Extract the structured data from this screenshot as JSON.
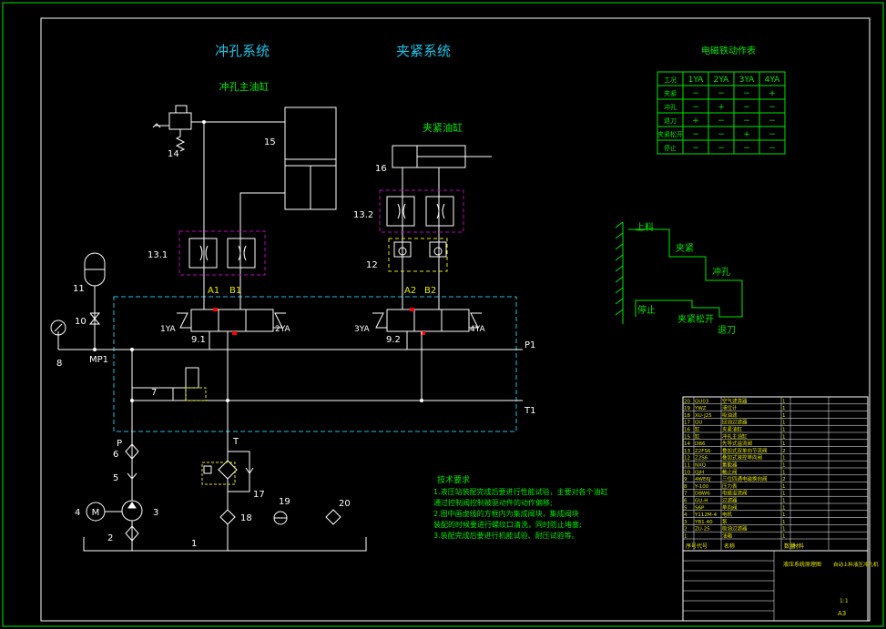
{
  "titles": {
    "punch_system": "冲孔系统",
    "clamp_system": "夹紧系统",
    "punch_cylinder": "冲孔主油缸",
    "clamp_cylinder": "夹紧油缸"
  },
  "component_labels": {
    "c1": "1",
    "c2": "2",
    "c3": "3",
    "c4": "4",
    "c5": "5",
    "c6": "6",
    "c7": "7",
    "c8": "8",
    "c10": "10",
    "c11": "11",
    "c12": "12",
    "c13_1": "13.1",
    "c13_2": "13.2",
    "c14": "14",
    "c15": "15",
    "c16": "16",
    "c17": "17",
    "c18": "18",
    "c19": "19",
    "c20": "20",
    "v9_1": "9.1",
    "v9_2": "9.2",
    "motor": "M",
    "mp1": "MP1",
    "p": "P",
    "t": "T",
    "p1": "P1",
    "t1": "T1",
    "a1": "A1",
    "b1": "B1",
    "a2": "A2",
    "b2": "B2",
    "ya1": "1YA",
    "ya2": "2YA",
    "ya3": "3YA",
    "ya4": "4YA"
  },
  "solenoid_table": {
    "title": "电磁铁动作表",
    "headers": [
      "工况",
      "1YA",
      "2YA",
      "3YA",
      "4YA"
    ],
    "rows": [
      [
        "夹紧",
        "−",
        "−",
        "−",
        "+"
      ],
      [
        "冲孔",
        "−",
        "+",
        "−",
        "−"
      ],
      [
        "退刀",
        "+",
        "−",
        "−",
        "−"
      ],
      [
        "夹紧松开",
        "−",
        "−",
        "+",
        "−"
      ],
      [
        "停止",
        "−",
        "−",
        "−",
        "−"
      ]
    ]
  },
  "cycle_diagram": {
    "steps": [
      "上料",
      "夹紧",
      "冲孔",
      "退刀",
      "夹紧松开",
      "停止"
    ]
  },
  "tech_requirements": {
    "title": "技术要求",
    "lines": [
      "1.液压站装配完成后要进行性能试验，主要对各个油缸",
      "通过控制阀控制被驱动件的动作偏移;",
      "2.图中画虚线的方框内为集成阀块，集成阀块",
      "装配的时候要进行螺纹口清洗，同时防止堵塞;",
      "3.装配完成后要进行机能试验、耐压试验等。"
    ]
  },
  "parts_list": {
    "rows": [
      [
        "20",
        "QU03",
        "空气滤清器",
        "1"
      ],
      [
        "19",
        "YWZ",
        "液位计",
        "1"
      ],
      [
        "18",
        "XU-J25",
        "吸油滤",
        "1"
      ],
      [
        "17",
        "QU",
        "回油过滤器",
        "1"
      ],
      [
        "16",
        "缸",
        "夹紧油缸",
        "1"
      ],
      [
        "15",
        "缸",
        "冲孔主油缸",
        "1"
      ],
      [
        "14",
        "DB6",
        "先导式溢流阀",
        "1"
      ],
      [
        "13",
        "Z2FS6",
        "叠加式双单向节流阀",
        "2"
      ],
      [
        "12",
        "Z2S6",
        "叠加式液控单向阀",
        "1"
      ],
      [
        "11",
        "NXQ",
        "蓄能器",
        "1"
      ],
      [
        "10",
        "QJH",
        "截止阀",
        "1"
      ],
      [
        "9",
        "4WE6J",
        "三位四通电磁换向阀",
        "2"
      ],
      [
        "8",
        "Y-100",
        "压力表",
        "1"
      ],
      [
        "7",
        "DBW6",
        "电磁溢流阀",
        "1"
      ],
      [
        "6",
        "GU-H",
        "过滤器",
        "1"
      ],
      [
        "5",
        "S6P",
        "单向阀",
        "1"
      ],
      [
        "4",
        "Y112M-4",
        "电机",
        "1"
      ],
      [
        "3",
        "YB1-40",
        "泵",
        "1"
      ],
      [
        "2",
        "ZU-25",
        "吸油过滤器",
        "1"
      ],
      [
        "1",
        "",
        "油箱",
        "1"
      ]
    ],
    "header": [
      "序号",
      "代号",
      "名称",
      "数量",
      "材料"
    ],
    "title_block_name": "液压系统原理图",
    "drawing_title": "自动上料液压冲孔机",
    "scale": "1:1",
    "size": "A3"
  },
  "colors": {
    "background": "#000000",
    "line": "#ffffff",
    "title_cyan": "#19c3e6",
    "green": "#00e600",
    "block_cyan": "#19c3e6",
    "block_magenta": "#c000c0",
    "block_yellow": "#e6e600",
    "solenoid_red": "#ff0000"
  }
}
